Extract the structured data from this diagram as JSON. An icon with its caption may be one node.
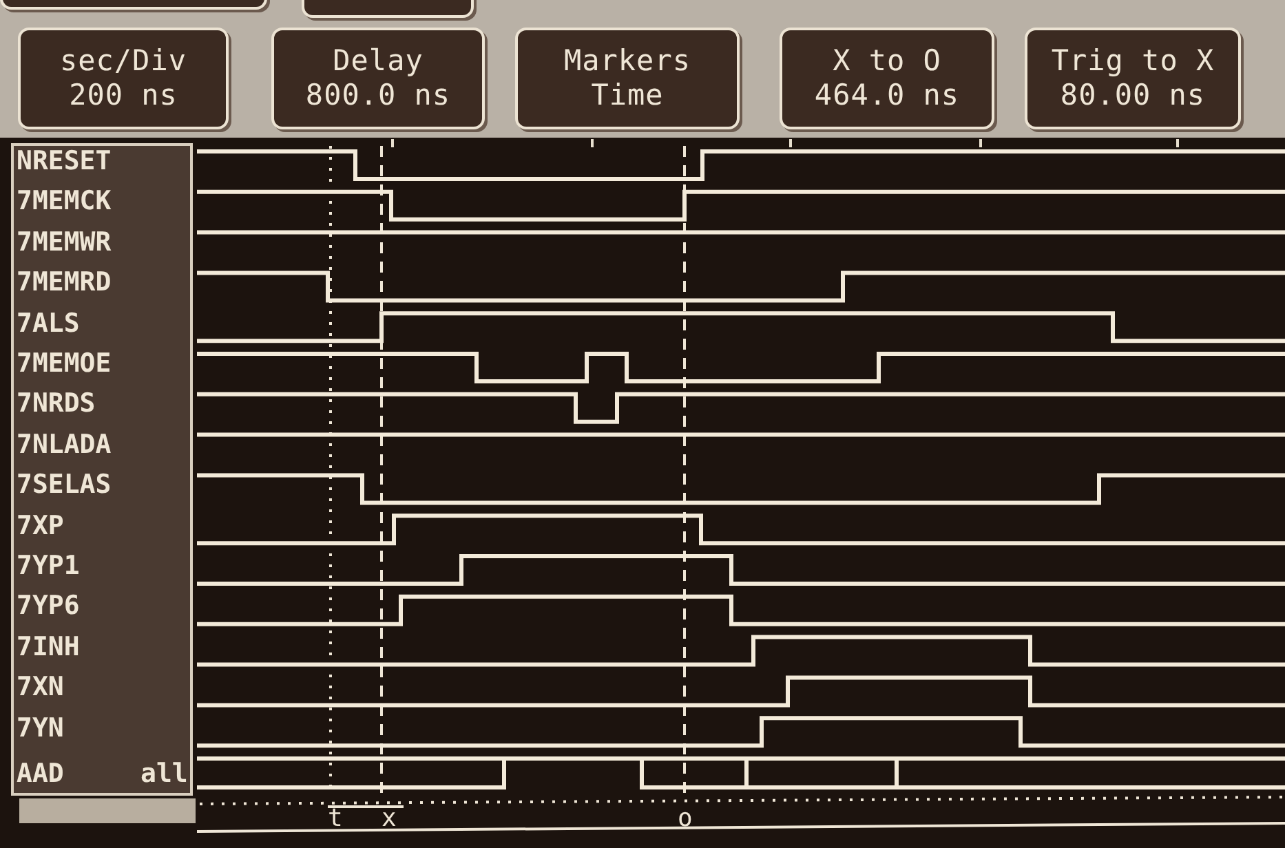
{
  "diagram": {
    "nodes": [
      {
        "text": [],
        "shape": "box"
      },
      {
        "text": [],
        "shape": "box"
      },
      {
        "text": [
          "sec/Div",
          "200 ns"
        ]
      },
      {
        "text": [
          "Delay",
          "800.0 ns"
        ]
      },
      {
        "text": [
          "Markers",
          "Time"
        ]
      },
      {
        "text": [
          "X to O",
          "464.0 ns"
        ]
      },
      {
        "text": [
          "Trig to X",
          "80.00 ns"
        ]
      }
    ],
    "labels": [
      "NRESET",
      "7MEMCK",
      "7MEMWR",
      "7MEMRD",
      "7ALS",
      "7MEMOE",
      "7NRDS",
      "7NLADA",
      "7SELAS",
      "7XP",
      "7YP1",
      "7YP6",
      "7INH",
      "7XN",
      "7YN",
      "AAD",
      "all",
      "t",
      "x",
      "o"
    ]
  }
}
